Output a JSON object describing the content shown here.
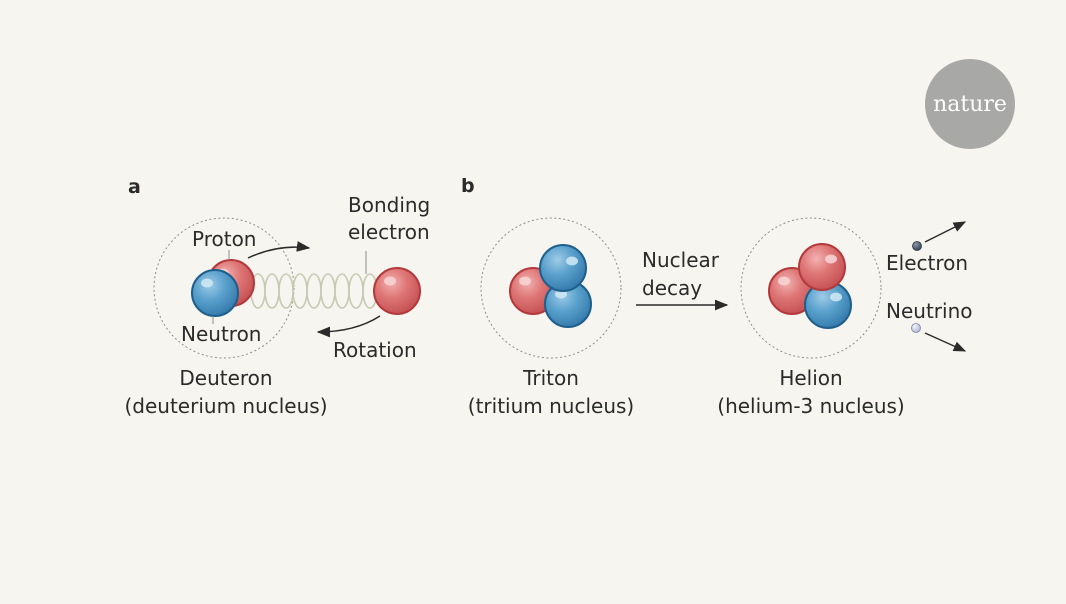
{
  "logo": {
    "text": "nature",
    "color": "#a8a8a6"
  },
  "colors": {
    "background": "#f6f5ef",
    "proton": "#d9696b",
    "proton_dark": "#b3393c",
    "neutron": "#4a94c4",
    "neutron_dark": "#1f5f8c",
    "spring": "#c8c9b3",
    "electron": "#3f4d5f",
    "neutrino": "#c9cfe4"
  },
  "panel_a": {
    "letter": "a",
    "proton_label": "Proton",
    "neutron_label": "Neutron",
    "bonding_line1": "Bonding",
    "bonding_line2": "electron",
    "rotation_label": "Rotation",
    "name_line1": "Deuteron",
    "name_line2": "(deuterium nucleus)"
  },
  "panel_b": {
    "letter": "b",
    "triton_line1": "Triton",
    "triton_line2": "(tritium nucleus)",
    "decay_line1": "Nuclear",
    "decay_line2": "decay",
    "helion_line1": "Helion",
    "helion_line2": "(helium-3 nucleus)",
    "electron_label": "Electron",
    "neutrino_label": "Neutrino"
  }
}
